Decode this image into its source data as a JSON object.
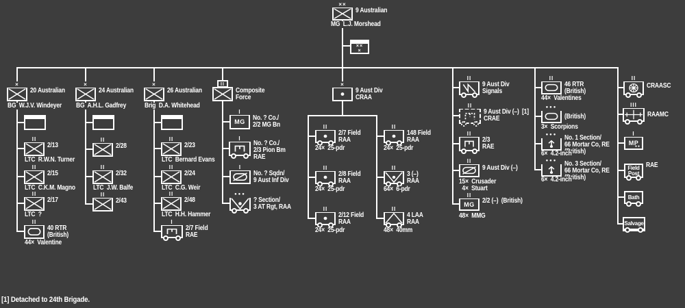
{
  "colors": {
    "bg": "#3d3d3d",
    "fg": "#ffffff"
  },
  "footnote": "[1] Detached to 24th Brigade.",
  "division": {
    "ech": "××",
    "name": "9 Australian",
    "commander": "MG  L.J. Morshead",
    "hq": {
      "marks": "××\n×"
    }
  },
  "b20": {
    "ech": "×",
    "name": "20 Australian",
    "commander": "BG  W.J.V. Windeyer",
    "u1": {
      "ech": "II",
      "label": "2/13",
      "sub": "LTC  R.W.N. Turner"
    },
    "u2": {
      "ech": "II",
      "label": "2/15",
      "sub": "LTC  C.K.M. Magno"
    },
    "u3": {
      "ech": "II",
      "label": "2/17",
      "sub": "LTC  ?"
    },
    "u4": {
      "ech": "II",
      "label": "40 RTR\n(British)",
      "sub": "44×  Valentine"
    }
  },
  "b24": {
    "ech": "×",
    "name": "24 Australian",
    "commander": "BG  A.H.L. Gadfrey",
    "u1": {
      "ech": "II",
      "label": "2/28"
    },
    "u2": {
      "ech": "II",
      "label": "2/32",
      "sub": "LTC  J.W. Balfe"
    },
    "u3": {
      "ech": "II",
      "label": "2/43"
    }
  },
  "b26": {
    "ech": "×",
    "name": "26 Australian",
    "commander": "Brig  D.A. Whitehead",
    "u1": {
      "ech": "II",
      "label": "2/23",
      "sub": "LTC  Bernard Evans"
    },
    "u2": {
      "ech": "II",
      "label": "2/24",
      "sub": "LTC  C.G. Weir"
    },
    "u3": {
      "ech": "II",
      "label": "2/48",
      "sub": "LTC  H.H. Hammer"
    },
    "u4": {
      "ech": "I",
      "label": "2/7 Field\nRAE"
    }
  },
  "comp": {
    "ech": "II",
    "name": "Composite\nForce",
    "u1": {
      "ech": "I",
      "glyph": "MG",
      "label": "No. ? Co./\n2/2 MG Bn"
    },
    "u2": {
      "ech": "I",
      "label": "No. ? Co./\n2/3 Pion Bm\nRAE"
    },
    "u3": {
      "ech": "I",
      "label": "No. ? Sqdn/\n9 Aust Inf Div"
    },
    "u4": {
      "ech": "●●●",
      "label": "? Section/\n3 AT Rgt, RAA"
    }
  },
  "craa": {
    "ech": "×",
    "name": "9 Aust Div\nCRAA",
    "u1": {
      "ech": "II",
      "label": "2/7 Field\nRAA",
      "sub": "24×  25-pdr"
    },
    "u2": {
      "ech": "II",
      "label": "2/8 Field\nRAA",
      "sub": "24×  25-pdr"
    },
    "u3": {
      "ech": "II",
      "label": "2/12 Field\nRAA",
      "sub": "24×  25-pdr"
    },
    "u4": {
      "ech": "II",
      "label": "148 Field\nRAA",
      "sub": "24×  25-pdr"
    },
    "u5": {
      "ech": "II",
      "label": "3 (–)\nRAA",
      "sub": "64×  6-pdr"
    },
    "u6": {
      "ech": "II",
      "label": "4 LAA\nRAA",
      "sub": "48×  40mm"
    }
  },
  "divtroops": {
    "u1": {
      "ech": "II",
      "label": "9 Aust Div\nSignals"
    },
    "u2": {
      "ech": "II",
      "label": "9 Aust Div (–)  [1]\nCRAE"
    },
    "u3": {
      "ech": "II",
      "label": "2/3\nRAE"
    },
    "u4": {
      "ech": "II",
      "label": "9 Aust Div (–)",
      "sub": "15×  Crusader\n  4×  Stuart"
    },
    "u5": {
      "ech": "II",
      "glyph": "MG",
      "label": "2/2 (–)  (British)",
      "sub": "48×  MMG"
    }
  },
  "british": {
    "u1": {
      "ech": "II",
      "label": "46 RTR\n(British)",
      "sub": "44×  Valentines"
    },
    "u2": {
      "ech": "●●●",
      "label": "(British)",
      "sub": "3×  Scorpions"
    },
    "u3": {
      "ech": "●●●",
      "label": "No. 1 Section/\n66 Mortar Co, RE\n(British)",
      "sub": "6×  4.2-inch"
    },
    "u4": {
      "ech": "●●●",
      "label": "No. 3 Section/\n66 Mortar Co, RE\n(British)",
      "sub": "6×  4.2-inch"
    }
  },
  "services": {
    "u1": {
      "ech": "II",
      "label": "CRAASC"
    },
    "u2": {
      "ech": "III",
      "label": "RAAMC"
    },
    "u3": {
      "ech": "I",
      "boxtext": "MP",
      "dots": "●●"
    },
    "u4": {
      "boxtext": "Field\nPost",
      "label": "RAE"
    },
    "u5": {
      "boxtext": "Bath"
    },
    "u6": {
      "boxtext": "Salvage"
    }
  }
}
